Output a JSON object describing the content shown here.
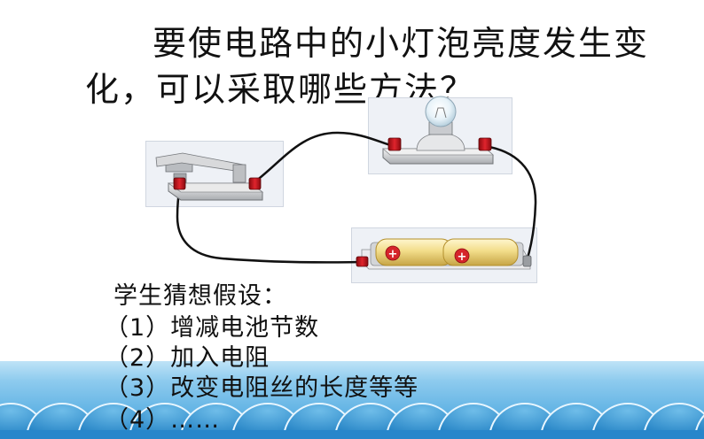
{
  "question": {
    "line1": "要使电路中的小灯泡亮度发生变",
    "line2": "化，可以采取哪些方法？"
  },
  "hypotheses": {
    "title": "学生猜想假设：",
    "items": [
      "（1）增减电池节数",
      "（2）加入电阻",
      "（3）改变电阻丝的长度等等",
      "（4）……"
    ]
  },
  "battery_symbol": "+",
  "colors": {
    "band": "#2f97d6",
    "wave_light": "#7cc4ee",
    "wave_dark": "#1f7fc0",
    "terminal": "#c0141c",
    "battery": "#f0dc8a"
  }
}
